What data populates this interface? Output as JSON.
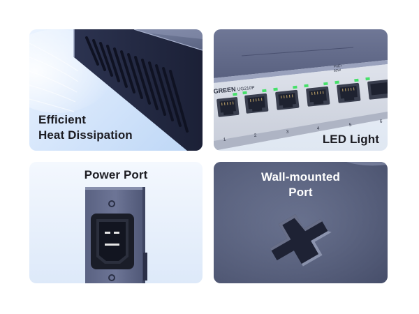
{
  "tiles": {
    "heat": {
      "line1": "Efficient",
      "line2": "Heat Dissipation"
    },
    "led": {
      "title": "LED Light",
      "brand": "GREEN",
      "model": "UG210P",
      "poe_line1": "PoE+",
      "poe_line2": "60W",
      "port_numbers": [
        "1",
        "2",
        "3",
        "4",
        "5",
        "6"
      ]
    },
    "power": {
      "title": "Power Port"
    },
    "wall": {
      "line1": "Wall-mounted",
      "line2": "Port"
    }
  }
}
